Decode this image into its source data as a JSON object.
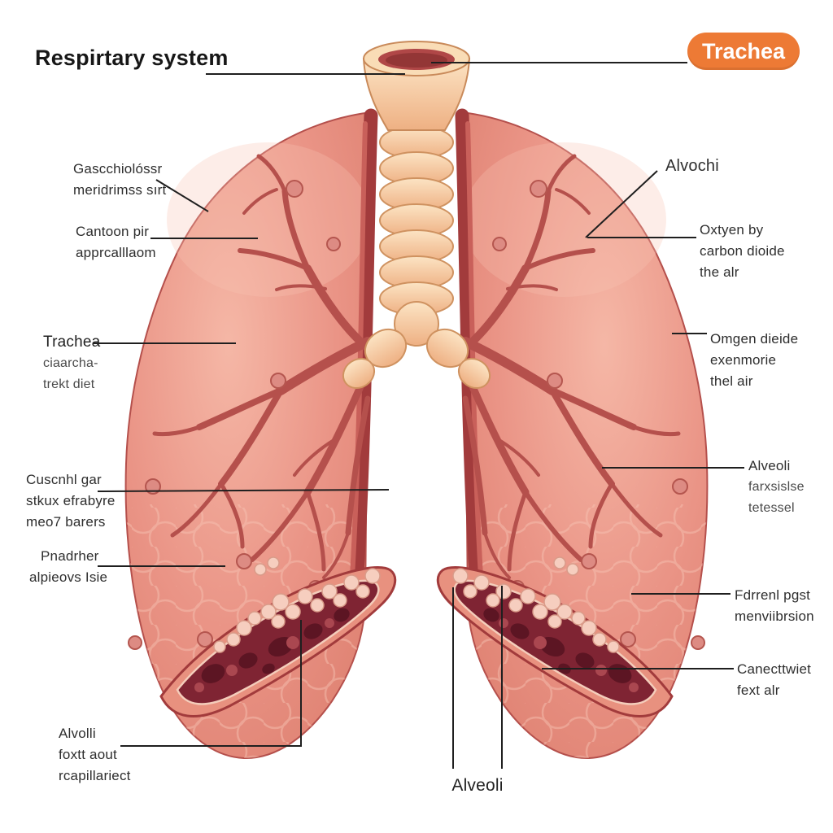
{
  "title": "Respirtary system",
  "badge": {
    "label": "Trachea",
    "bg_color": "#ed7a35",
    "text_color": "#ffffff"
  },
  "labels": {
    "left": [
      {
        "lines": [
          "Gascchiolóssr",
          "meridrimss sırt"
        ]
      },
      {
        "lines": [
          "Cantoon pir",
          "apprcalllaom"
        ]
      },
      {
        "lines": [
          "Trachea",
          "ciaarcha-",
          "trekt diet"
        ]
      },
      {
        "lines": [
          "Cuscnhl gar",
          "stkux efrabyre",
          "meo7 barers"
        ]
      },
      {
        "lines": [
          "Pnadrher",
          "alpieovs Isie"
        ]
      },
      {
        "lines": [
          "Alvolli",
          "foxtt aout",
          "rcapillariect"
        ]
      }
    ],
    "right": [
      {
        "lines": [
          "Alvochi"
        ]
      },
      {
        "lines": [
          "Oxtyen by",
          "carbon dioide",
          "the alr"
        ]
      },
      {
        "lines": [
          "Omgen dieide",
          "exenmorie",
          "thel air"
        ]
      },
      {
        "lines": [
          "Alveoli",
          "farxsislse",
          "tetessel"
        ]
      },
      {
        "lines": [
          "Fdrrenl pgst",
          "menviibrsion"
        ]
      },
      {
        "lines": [
          "Canecttwiet",
          "fext alr"
        ]
      }
    ],
    "bottom": {
      "lines": [
        "Alveoli"
      ]
    }
  },
  "colors": {
    "badge_orange": "#ed7a35",
    "lung_fill": "#e89486",
    "lung_light": "#f5b7a6",
    "lung_edge": "#a23b3c",
    "branch": "#b5504c",
    "section_cavity": "#7f2433",
    "section_blood": "#5c1523",
    "alveoli_bubble": "#f6cebf",
    "trachea_fill": "#f9dcb6",
    "trachea_ring_edge": "#cf9260",
    "trachea_opening": "#b04747",
    "leader_line": "#1f1f1f",
    "label_text": "#2e2e2e"
  }
}
